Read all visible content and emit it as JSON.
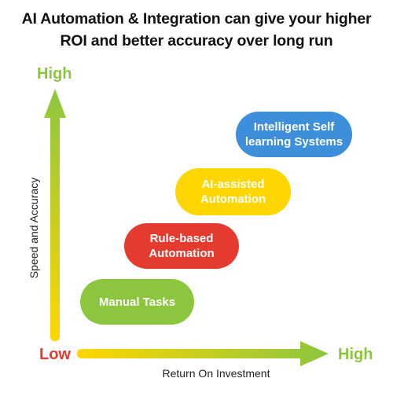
{
  "title": {
    "line1": "AI Automation & Integration can give your higher",
    "line2": "ROI and better accuracy over long run"
  },
  "y_axis": {
    "title": "Speed and Accuracy",
    "high_label": "High"
  },
  "x_axis": {
    "title": "Return On Investment",
    "high_label": "High"
  },
  "origin_label": "Low",
  "stages": [
    {
      "line1": "Manual Tasks",
      "line2": "",
      "color": "#8cc63f"
    },
    {
      "line1": "Rule-based",
      "line2": "Automation",
      "color": "#e53a2e"
    },
    {
      "line1": "AI-assisted",
      "line2": "Automation",
      "color": "#ffd600"
    },
    {
      "line1": "Intelligent Self",
      "line2": "learning Systems",
      "color": "#3d8edb"
    }
  ],
  "colors": {
    "green": "#8cc63f",
    "red": "#e63a2f",
    "yellow": "#ffd600",
    "blue": "#3d8edb"
  }
}
